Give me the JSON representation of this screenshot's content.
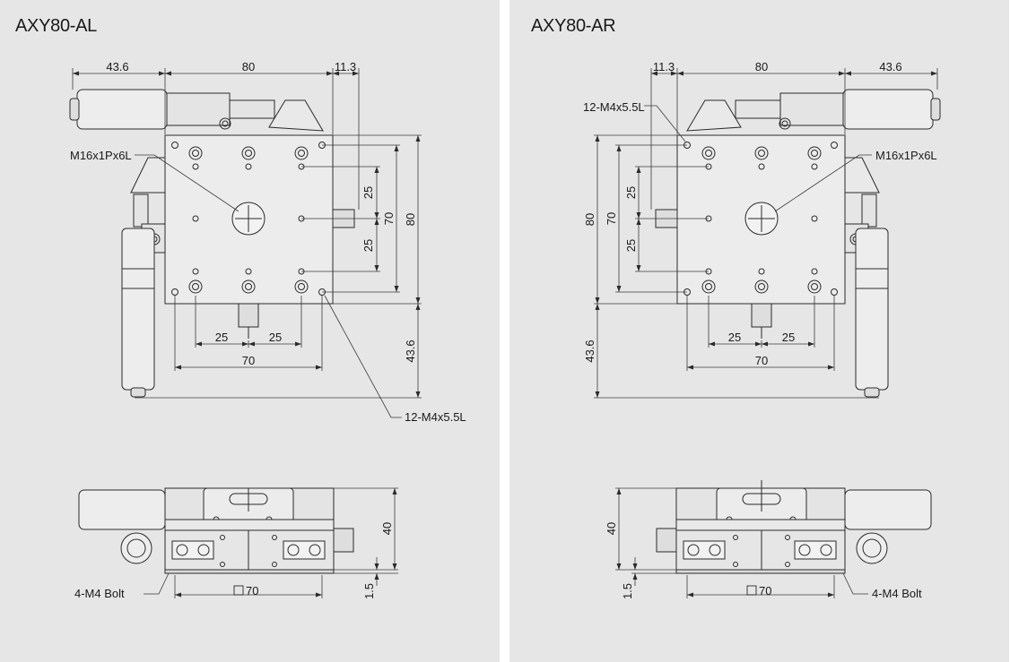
{
  "panels": {
    "left": {
      "title": "AXY80-AL",
      "top_view": {
        "dim_micrometer": "43.6",
        "dim_width": "80",
        "dim_offset": "11.3",
        "dim_height": "80",
        "dim_hole_span": "70",
        "dim_pitch_v1": "25",
        "dim_pitch_v2": "25",
        "dim_pitch_h1": "25",
        "dim_pitch_h2": "25",
        "dim_hole_span_h": "70",
        "dim_micrometer_v": "43.6",
        "callout_center": "M16x1Px6L",
        "callout_holes": "12-M4x5.5L"
      },
      "side_view": {
        "dim_height": "40",
        "dim_base": "1.5",
        "dim_square": "70",
        "callout_bolt": "4-M4 Bolt"
      }
    },
    "right": {
      "title": "AXY80-AR",
      "top_view": {
        "dim_offset": "11.3",
        "dim_width": "80",
        "dim_micrometer": "43.6",
        "dim_height": "80",
        "dim_hole_span": "70",
        "dim_pitch_v1": "25",
        "dim_pitch_v2": "25",
        "dim_pitch_h1": "25",
        "dim_pitch_h2": "25",
        "dim_hole_span_h": "70",
        "dim_micrometer_v": "43.6",
        "callout_center": "M16x1Px6L",
        "callout_holes": "12-M4x5.5L"
      },
      "side_view": {
        "dim_height": "40",
        "dim_base": "1.5",
        "dim_square": "70",
        "callout_bolt": "4-M4 Bolt"
      }
    }
  }
}
